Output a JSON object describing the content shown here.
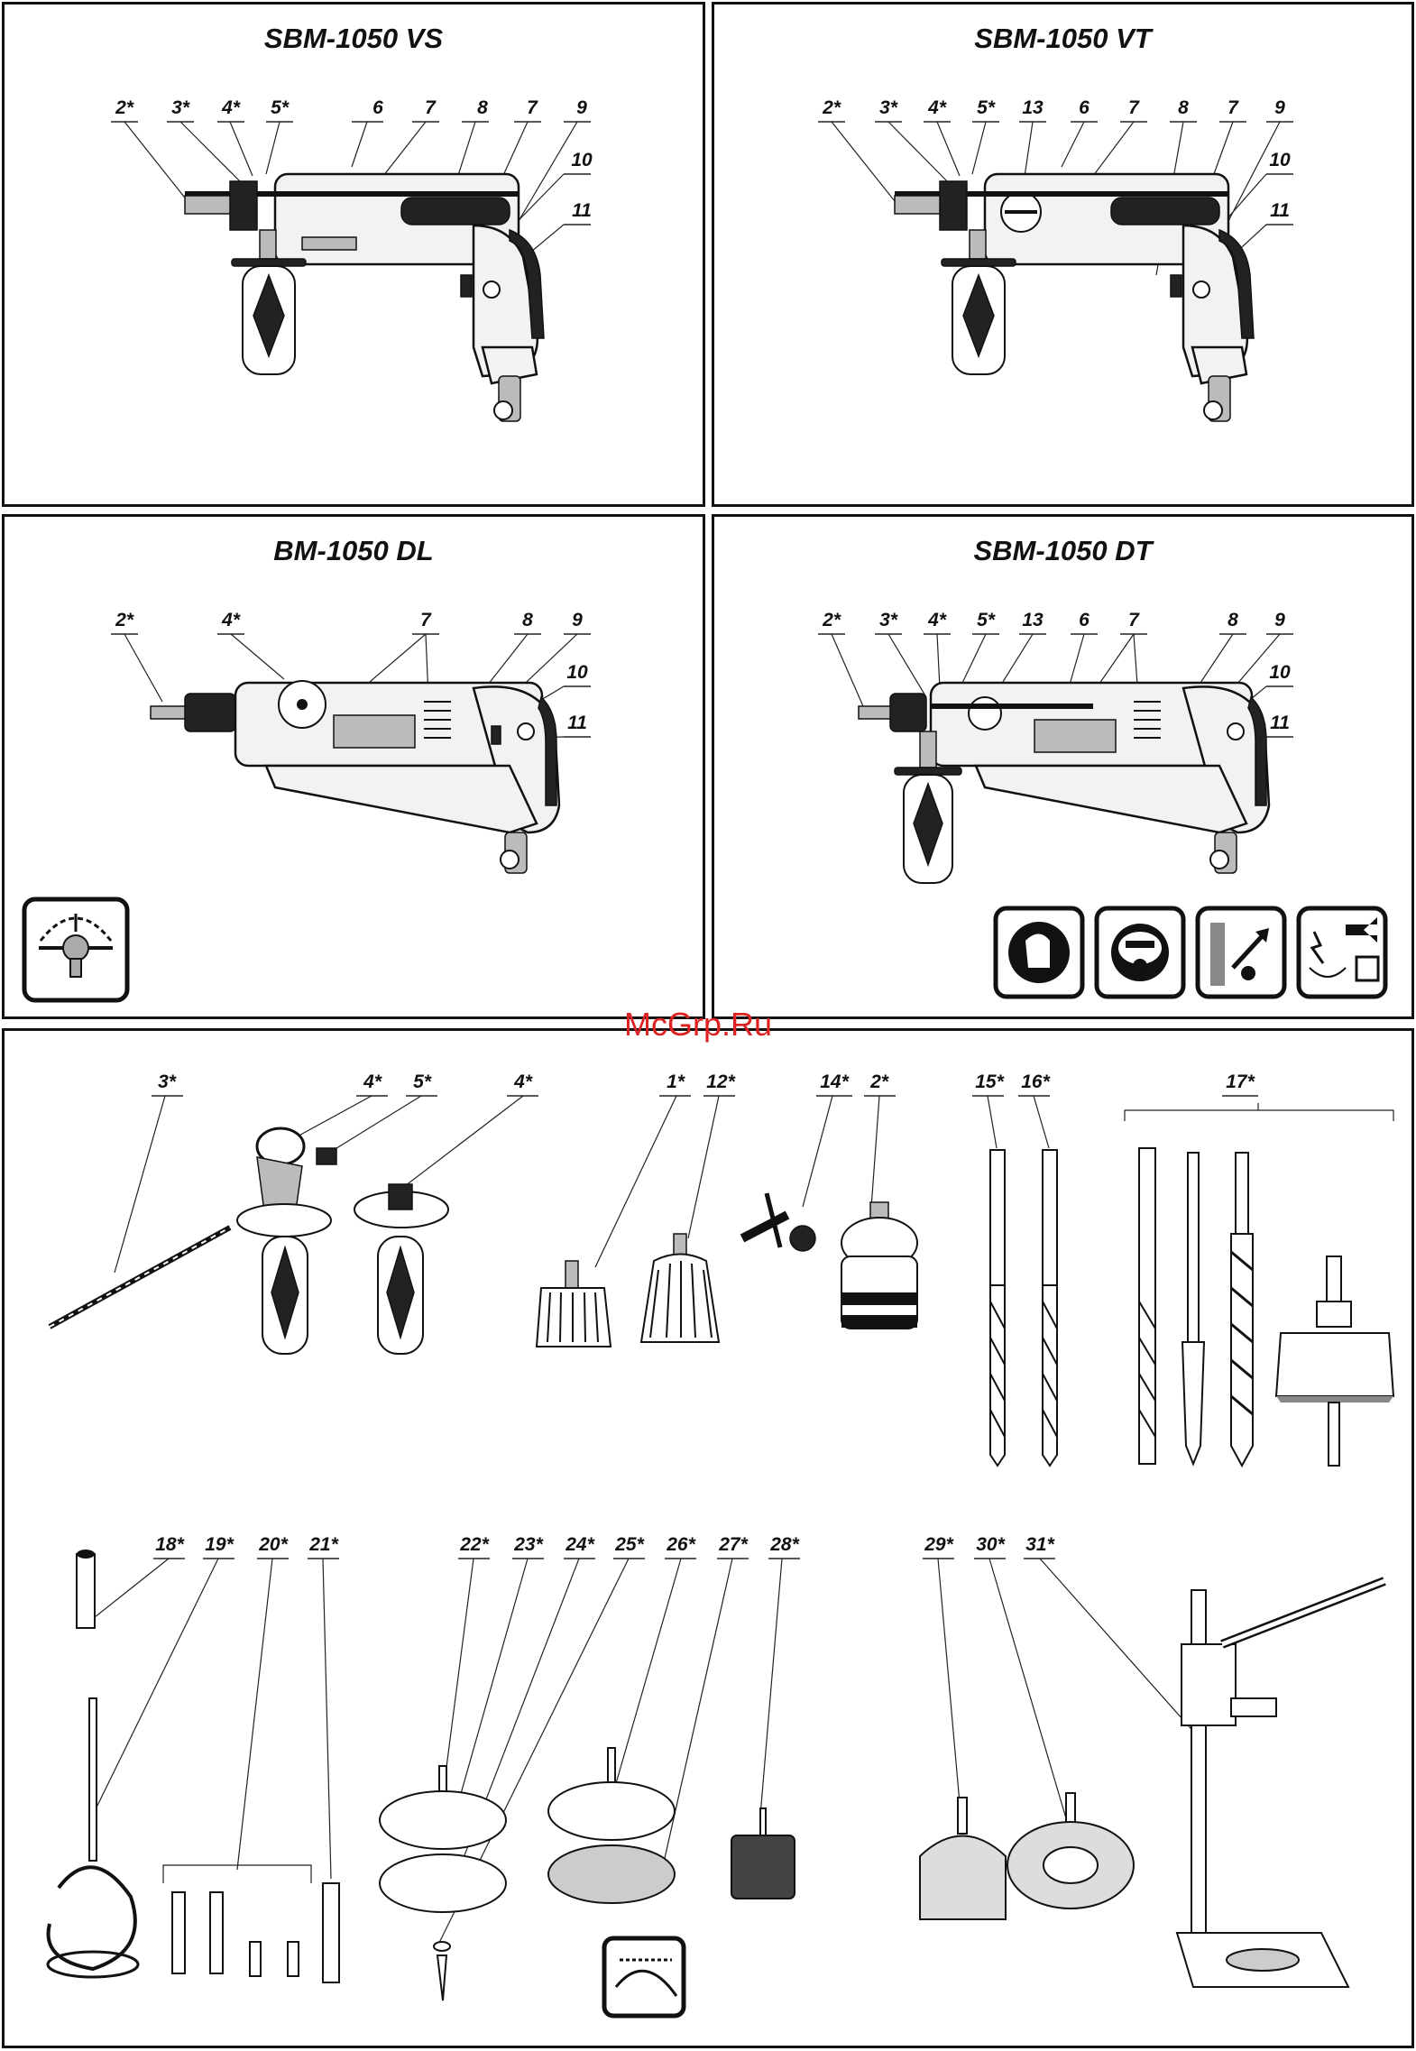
{
  "panels": {
    "vs": {
      "title": "SBM-1050 VS",
      "labels": [
        "2*",
        "3*",
        "4*",
        "5*",
        "6",
        "7",
        "8",
        "7",
        "9",
        "10",
        "11"
      ]
    },
    "vt": {
      "title": "SBM-1050 VT",
      "labels": [
        "2*",
        "3*",
        "4*",
        "5*",
        "13",
        "6",
        "7",
        "8",
        "7",
        "9",
        "10",
        "11"
      ]
    },
    "dl": {
      "title": "BM-1050 DL",
      "labels": [
        "2*",
        "4*",
        "7",
        "8",
        "9",
        "10",
        "11"
      ]
    },
    "dt": {
      "title": "SBM-1050 DT",
      "labels": [
        "2*",
        "3*",
        "4*",
        "5*",
        "13",
        "6",
        "7",
        "8",
        "9",
        "10",
        "11"
      ]
    }
  },
  "accessories": {
    "row1": [
      "3*",
      "4*",
      "5*",
      "4*",
      "1*",
      "12*",
      "14*",
      "2*",
      "15*",
      "16*",
      "17*"
    ],
    "row2": [
      "18*",
      "19*",
      "20*",
      "21*",
      "22*",
      "23*",
      "24*",
      "25*",
      "26*",
      "27*",
      "28*",
      "29*",
      "30*",
      "31*"
    ]
  },
  "watermark": "McGrp.Ru",
  "icons": [
    "rotation-switch-icon",
    "wear-gloves-icon",
    "wear-protective-mask-icon",
    "hidden-wiring-warning-icon",
    "unplug-before-service-icon",
    "sanding-disc-icon"
  ]
}
